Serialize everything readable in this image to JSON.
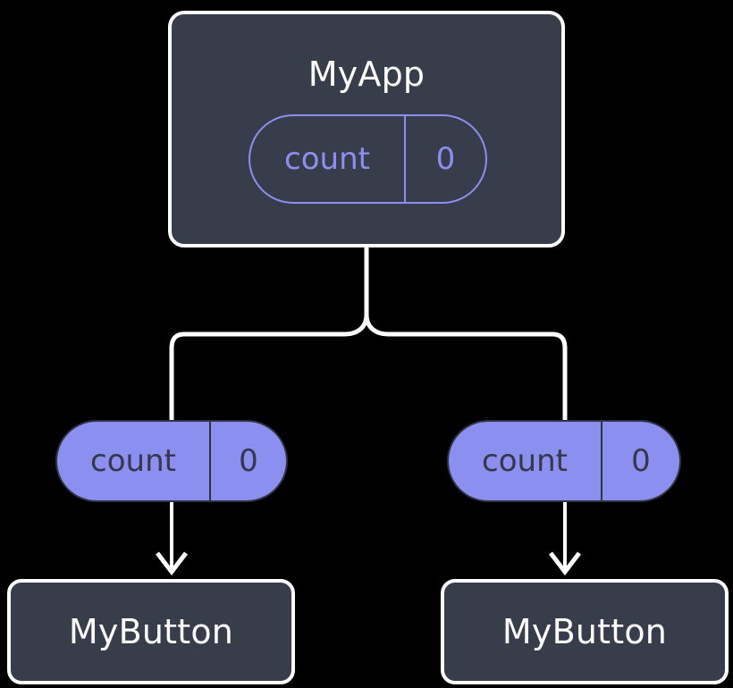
{
  "diagram": {
    "type": "component-tree",
    "background_color": "#000000",
    "node_fill_color": "#383d4b",
    "node_border_color": "#ffffff",
    "accent_color": "#8b8ff0",
    "edge_color": "#ffffff",
    "root": {
      "title": "MyApp",
      "state_pill": {
        "name": "count",
        "value": "0",
        "style": "outlined"
      }
    },
    "props": [
      {
        "name": "count",
        "value": "0",
        "style": "filled"
      },
      {
        "name": "count",
        "value": "0",
        "style": "filled"
      }
    ],
    "children": [
      {
        "title": "MyButton"
      },
      {
        "title": "MyButton"
      }
    ],
    "edges": [
      {
        "from": "MyApp",
        "to": "prop-left",
        "kind": "fork-branch"
      },
      {
        "from": "MyApp",
        "to": "prop-right",
        "kind": "fork-branch"
      },
      {
        "from": "prop-left",
        "to": "MyButton-left",
        "kind": "arrow"
      },
      {
        "from": "prop-right",
        "to": "MyButton-right",
        "kind": "arrow"
      }
    ]
  }
}
